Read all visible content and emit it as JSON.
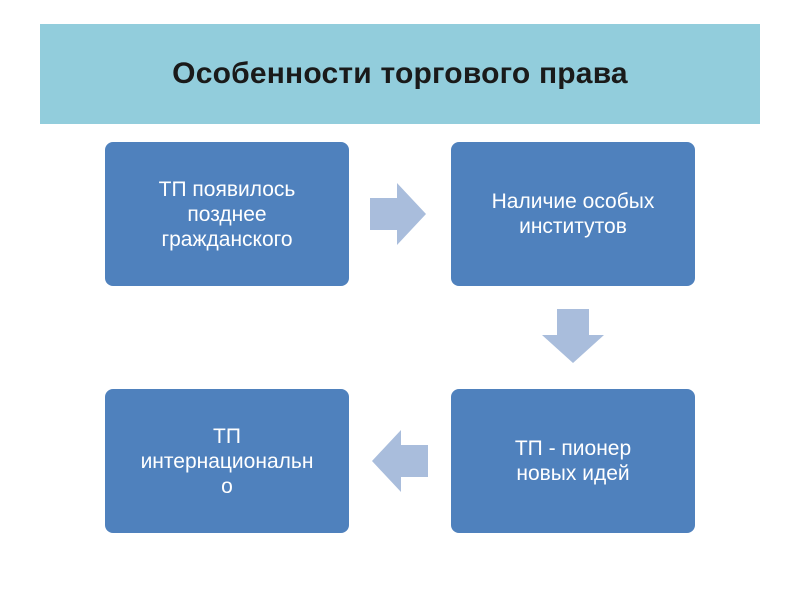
{
  "title": "Особенности торгового права",
  "boxes": [
    {
      "text": "ТП  появилось\nпозднее\nгражданского"
    },
    {
      "text": "Наличие особых\nинститутов"
    },
    {
      "text": "ТП - пионер\nновых идей"
    },
    {
      "text": "ТП\nинтернациональн\nо"
    }
  ],
  "colors": {
    "banner": "#92cddc",
    "box": "#4f81bd",
    "arrow": "#a9bddc",
    "box_text": "#ffffff"
  },
  "arrows": [
    {
      "icon": "arrow-right-icon",
      "from": 0,
      "to": 1
    },
    {
      "icon": "arrow-down-icon",
      "from": 1,
      "to": 2
    },
    {
      "icon": "arrow-left-icon",
      "from": 2,
      "to": 3
    }
  ]
}
